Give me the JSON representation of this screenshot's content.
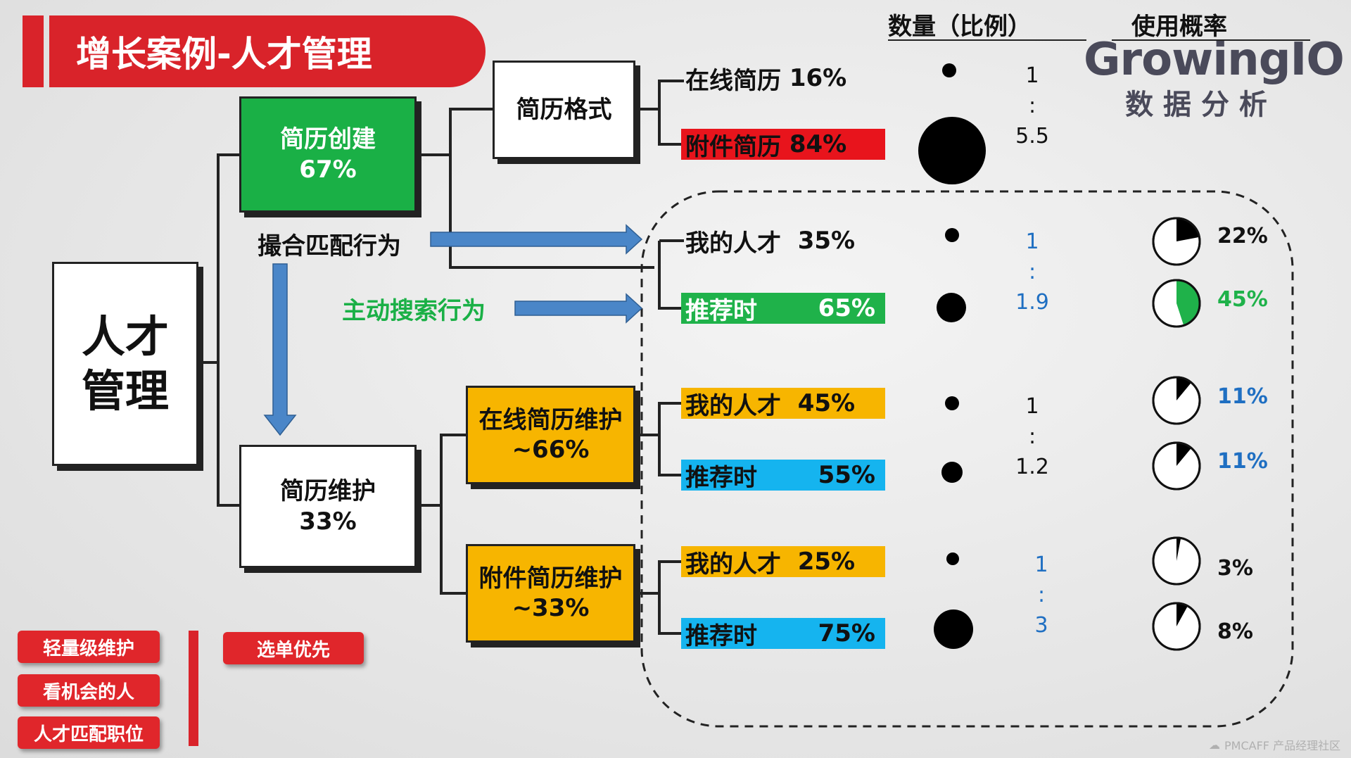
{
  "title": "增长案例-人才管理",
  "brand": {
    "name": "GrowingIO",
    "subtitle": "数 据 分 析"
  },
  "headers": {
    "count": "数量（比例）",
    "usage": "使用概率"
  },
  "root": {
    "line1": "人才",
    "line2": "管理"
  },
  "create": {
    "title": "简历创建",
    "value": "67%"
  },
  "maintain": {
    "title": "简历维护",
    "value": "33%"
  },
  "format": {
    "title": "简历格式"
  },
  "online_maint": {
    "title": "在线简历维护",
    "value": "~66%"
  },
  "attach_maint": {
    "title": "附件简历维护",
    "value": "~33%"
  },
  "behaviors": {
    "match": "撮合匹配行为",
    "search": "主动搜索行为"
  },
  "leaves": [
    {
      "label": "在线简历",
      "pct": "16%",
      "bg": "transparent",
      "dot": "small"
    },
    {
      "label": "附件简历",
      "pct": "84%",
      "bg": "#e8141c",
      "dot": "huge"
    },
    {
      "label": "我的人才",
      "pct": "35%",
      "bg": "transparent",
      "dot": "small"
    },
    {
      "label": "推荐时",
      "pct": "65%",
      "bg": "#1fb24a",
      "dot": "medium"
    },
    {
      "label": "我的人才",
      "pct": "45%",
      "bg": "#f7b500",
      "dot": "small"
    },
    {
      "label": "推荐时",
      "pct": "55%",
      "bg": "#15b4ef",
      "dot": "medium"
    },
    {
      "label": "我的人才",
      "pct": "25%",
      "bg": "#f7b500",
      "dot": "small"
    },
    {
      "label": "推荐时",
      "pct": "75%",
      "bg": "#15b4ef",
      "dot": "large"
    }
  ],
  "ratios": [
    {
      "top": "1",
      "sep": ":",
      "bottom": "5.5",
      "color": "#111111"
    },
    {
      "top": "1",
      "sep": ":",
      "bottom": "1.9",
      "color": "#1f6fc2"
    },
    {
      "top": "1",
      "sep": ":",
      "bottom": "1.2",
      "color": "#111111"
    },
    {
      "top": "1",
      "sep": ":",
      "bottom": "3",
      "color": "#1f6fc2"
    }
  ],
  "usage": [
    {
      "value": 0.22,
      "label": "22%",
      "fill": "#000000",
      "color": "#111111"
    },
    {
      "value": 0.45,
      "label": "45%",
      "fill": "#1fb24a",
      "color": "#1fb24a"
    },
    {
      "value": 0.11,
      "label": "11%",
      "fill": "#000000",
      "color": "#1f6fc2"
    },
    {
      "value": 0.11,
      "label": "11%",
      "fill": "#000000",
      "color": "#1f6fc2"
    },
    {
      "value": 0.03,
      "label": "3%",
      "fill": "#000000",
      "color": "#111111"
    },
    {
      "value": 0.08,
      "label": "8%",
      "fill": "#000000",
      "color": "#111111"
    }
  ],
  "tags": {
    "light": "轻量级维护",
    "chance": "看机会的人",
    "match": "人才匹配职位",
    "choice": "选单优先"
  },
  "watermark": "PMCAFF 产品经理社区",
  "colors": {
    "red": "#e0262b",
    "green": "#1ab046",
    "yellow": "#f7b500",
    "blue_arrow": "#4a86c8"
  }
}
